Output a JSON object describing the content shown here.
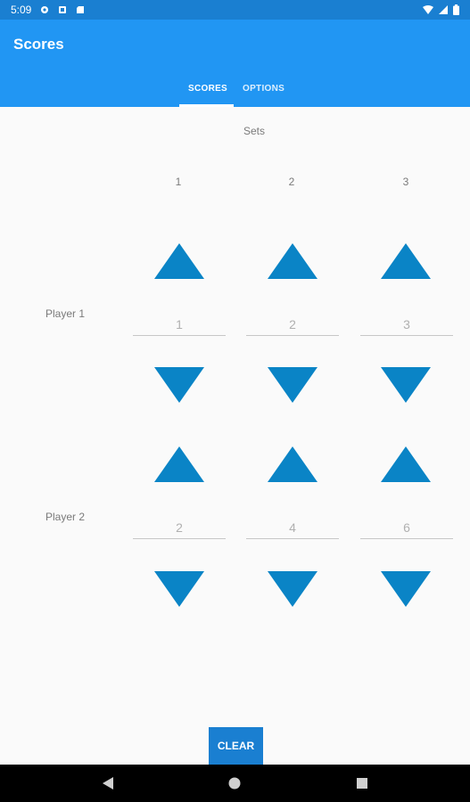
{
  "status": {
    "time": "5:09",
    "left_icons": [
      "gear-icon",
      "stop-icon",
      "sd-card-icon"
    ],
    "right_icons": [
      "wifi-icon",
      "signal-icon",
      "battery-icon"
    ]
  },
  "app": {
    "title": "Scores",
    "tabs": [
      {
        "label": "SCORES",
        "selected": true
      },
      {
        "label": "OPTIONS",
        "selected": false
      }
    ]
  },
  "scores": {
    "sets_label": "Sets",
    "set_numbers": [
      "1",
      "2",
      "3"
    ],
    "players": [
      {
        "label": "Player 1",
        "scores": [
          "1",
          "2",
          "3"
        ]
      },
      {
        "label": "Player 2",
        "scores": [
          "2",
          "4",
          "6"
        ]
      }
    ],
    "clear_label": "CLEAR"
  },
  "colors": {
    "app_bar": "#2196f3",
    "status_bar": "#1a7fd1",
    "arrow": "#0a84c6",
    "clear_button": "#1a7fd1"
  }
}
